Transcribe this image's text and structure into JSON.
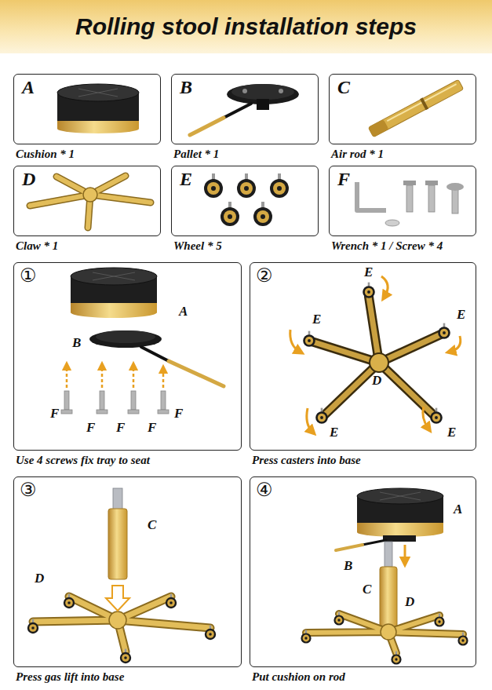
{
  "diagram": {
    "title": "Rolling stool installation steps",
    "nodes": [
      {
        "text": [
          "A",
          "Cushion * 1"
        ]
      },
      {
        "text": [
          "B",
          "Pallet * 1"
        ]
      },
      {
        "text": [
          "C",
          "Air rod * 1"
        ]
      },
      {
        "text": [
          "D",
          "Claw * 1"
        ]
      },
      {
        "text": [
          "E",
          "Wheel * 5"
        ]
      },
      {
        "text": [
          "F",
          "Wrench * 1 / Screw * 4"
        ]
      },
      {
        "text": [
          "①",
          "Use 4 screws fix tray to seat"
        ]
      },
      {
        "text": [
          "②",
          "Press casters into base"
        ]
      },
      {
        "text": [
          "③",
          "Press gas lift into base"
        ]
      },
      {
        "text": [
          "④",
          "Put cushion on rod"
        ]
      }
    ],
    "labels": [
      "A",
      "B",
      "F",
      "F",
      "F",
      "F",
      "F",
      "E",
      "E",
      "E",
      "E",
      "E",
      "D",
      "C",
      "D",
      "A",
      "B",
      "C",
      "D"
    ]
  }
}
